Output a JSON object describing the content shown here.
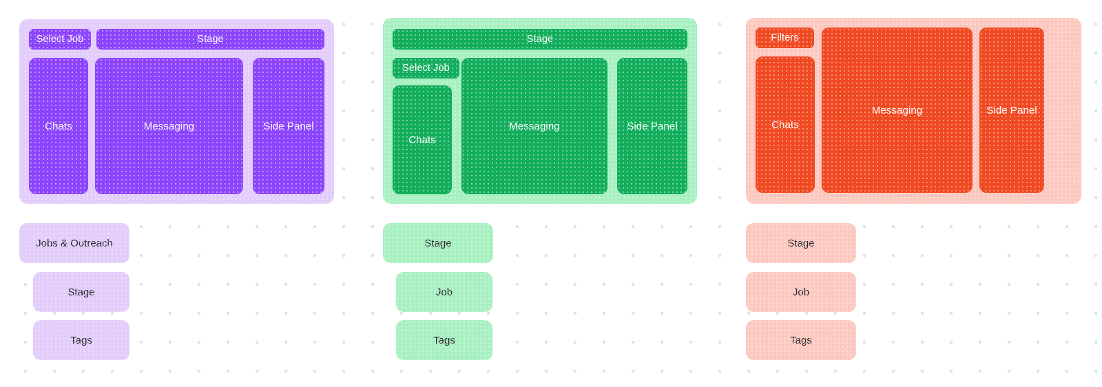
{
  "canvas": {
    "background_color": "#ffffff",
    "dot_color": "#dfe3e8"
  },
  "workspaces": [
    {
      "id": "purple",
      "name": "purple-workspace",
      "panel_color": "#E3CDFB",
      "block_color": "#8C45FC",
      "blocks": [
        {
          "name": "select-job-button",
          "label": "Select Job"
        },
        {
          "name": "stage-bar",
          "label": "Stage"
        },
        {
          "name": "chats-panel",
          "label": "Chats"
        },
        {
          "name": "messaging-panel",
          "label": "Messaging"
        },
        {
          "name": "side-panel",
          "label": "Side Panel"
        }
      ]
    },
    {
      "id": "green",
      "name": "green-workspace",
      "panel_color": "#A8F0C1",
      "block_color": "#12AE5C",
      "blocks": [
        {
          "name": "stage-bar",
          "label": "Stage"
        },
        {
          "name": "select-job-button",
          "label": "Select Job"
        },
        {
          "name": "chats-panel",
          "label": "Chats"
        },
        {
          "name": "messaging-panel",
          "label": "Messaging"
        },
        {
          "name": "side-panel",
          "label": "Side Panel"
        }
      ]
    },
    {
      "id": "red",
      "name": "red-workspace",
      "panel_color": "#FCC9C0",
      "block_color": "#F04A23",
      "blocks": [
        {
          "name": "filters-button",
          "label": "Filters"
        },
        {
          "name": "chats-panel",
          "label": "Chats"
        },
        {
          "name": "messaging-panel",
          "label": "Messaging"
        },
        {
          "name": "side-panel",
          "label": "Side Panel"
        }
      ]
    }
  ],
  "chip_columns": [
    {
      "id": "purple",
      "name": "purple-chip-column",
      "color": "#E3CDFB",
      "chips": [
        {
          "name": "chip-jobs-outreach",
          "label": "Jobs & Outreach"
        },
        {
          "name": "chip-stage",
          "label": "Stage"
        },
        {
          "name": "chip-tags",
          "label": "Tags"
        }
      ]
    },
    {
      "id": "green",
      "name": "green-chip-column",
      "color": "#A8F0C1",
      "chips": [
        {
          "name": "chip-stage",
          "label": "Stage"
        },
        {
          "name": "chip-job",
          "label": "Job"
        },
        {
          "name": "chip-tags",
          "label": "Tags"
        }
      ]
    },
    {
      "id": "red",
      "name": "red-chip-column",
      "color": "#FCC9C0",
      "chips": [
        {
          "name": "chip-stage",
          "label": "Stage"
        },
        {
          "name": "chip-job",
          "label": "Job"
        },
        {
          "name": "chip-tags",
          "label": "Tags"
        }
      ]
    }
  ]
}
